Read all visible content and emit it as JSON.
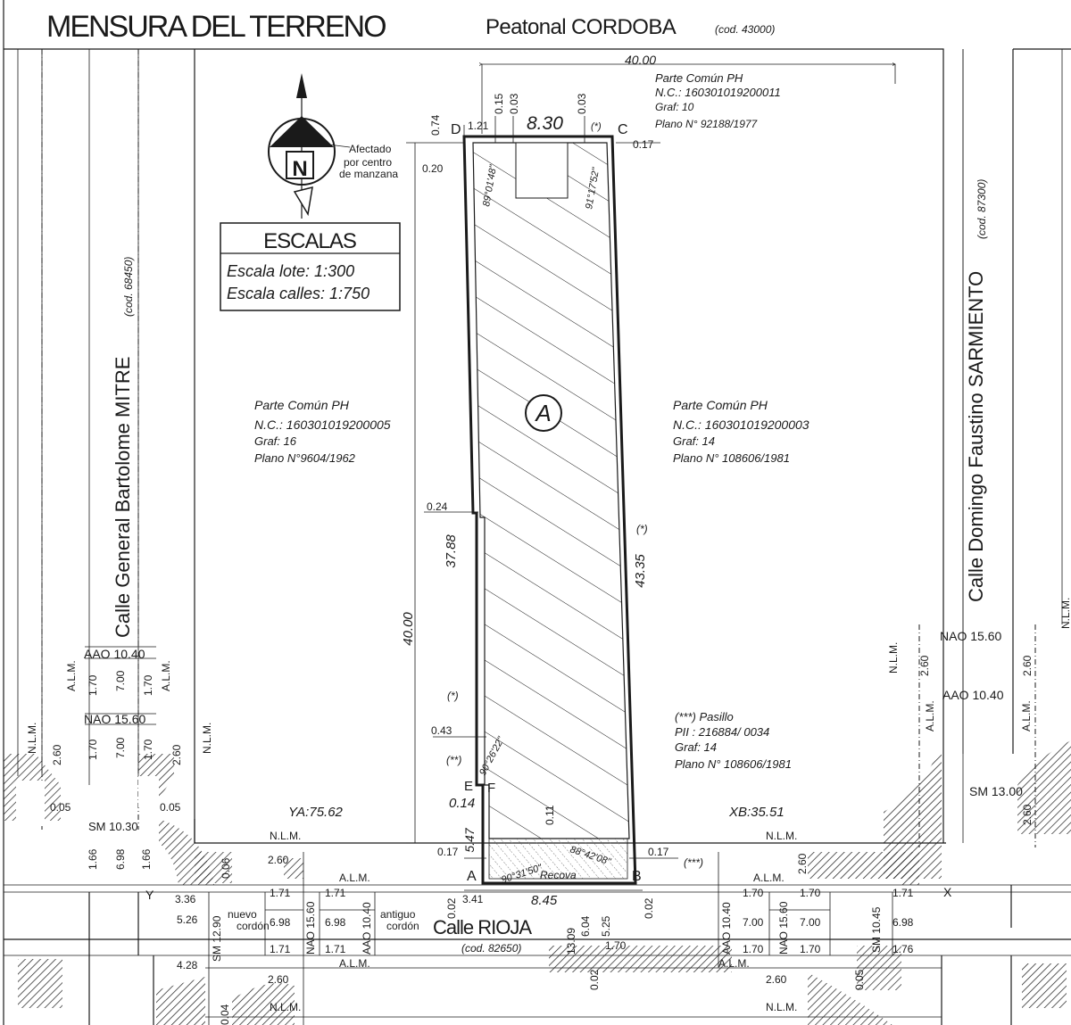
{
  "header": {
    "title": "MENSURA DEL TERRENO",
    "street": "Peatonal CORDOBA",
    "street_code": "(cod. 43000)"
  },
  "scales": {
    "title": "ESCALAS",
    "lot": "Escala lote: 1:300",
    "streets": "Escala calles: 1:750"
  },
  "compass": {
    "letter": "N",
    "note_line1": "Afectado",
    "note_line2": "por centro",
    "note_line3": "de manzana"
  },
  "parcels": {
    "top": {
      "l1": "Parte Común PH",
      "l2": "N.C.: 160301019200011",
      "l3": "Graf: 10",
      "l4": "Plano N° 92188/1977"
    },
    "left": {
      "l1": "Parte Común PH",
      "l2": "N.C.: 160301019200005",
      "l3": "Graf: 16",
      "l4": "Plano N°9604/1962"
    },
    "right": {
      "l1": "Parte Común PH",
      "l2": "N.C.: 160301019200003",
      "l3": "Graf: 14",
      "l4": "Plano N° 108606/1981"
    },
    "pasillo": {
      "l1": "(***) Pasillo",
      "l2": "PII : 216884/ 0034",
      "l3": "Graf: 14",
      "l4": "Plano N° 108606/1981"
    }
  },
  "lot": {
    "label": "A",
    "front": "8.45",
    "back": "8.30",
    "left_side": "37.88",
    "right_side": "43.35",
    "block_depth": "40.00",
    "block_width": "40.00",
    "angle_d": "89°01'48\"",
    "angle_c": "91°17'52\"",
    "angle_e": "90°26'22\"",
    "angle_a": "90°31'50\"",
    "angle_b": "88°42'08\"",
    "recova": "Recova",
    "step_ef": "0.14",
    "seg_ae": "5.47",
    "offset_024": "0.24",
    "offset_043": "0.43",
    "offset_121": "1.21",
    "offset_074": "0.74",
    "offset_015": "0.15",
    "offset_003a": "0.03",
    "offset_003b": "0.03",
    "offset_017_top": "0.17",
    "offset_020": "0.20",
    "offset_017_a": "0.17",
    "offset_017_b": "0.17",
    "offset_011": "0.11",
    "note_star": "(*)",
    "note_star2": "(**)",
    "note_star3": "(***)"
  },
  "vertices": {
    "a": "A",
    "b": "B",
    "c": "C",
    "d": "D",
    "e": "E",
    "f": "F",
    "x": "X",
    "y": "Y"
  },
  "coords": {
    "ya": "YA:75.62",
    "xb": "XB:35.51"
  },
  "streets": {
    "mitre": "Calle General Bartolome MITRE",
    "mitre_code": "(cod. 68450)",
    "sarmiento": "Calle Domingo Faustino SARMIENTO",
    "sarmiento_code": "(cod. 87300)",
    "rioja": "Calle RIOJA",
    "rioja_code": "(cod. 82650)"
  },
  "labels": {
    "alm": "A.L.M.",
    "nlm": "N.L.M.",
    "aao_1040": "AAO 10.40",
    "nao_1560": "NAO 15.60",
    "sm_1030": "SM 10.30",
    "sm_1300": "SM 13.00",
    "sm_1290": "SM 12.90",
    "sm_1045": "SM 10.45",
    "nuevo": "nuevo",
    "cordon": "cordón",
    "antiguo": "antiguo"
  },
  "dims": {
    "d170": "1.70",
    "d700": "7.00",
    "d260": "2.60",
    "d005": "0.05",
    "d166": "1.66",
    "d698": "6.98",
    "d006": "0.06",
    "d336": "3.36",
    "d526": "5.26",
    "d428": "4.28",
    "d171": "1.71",
    "d341": "3.41",
    "d002": "0.02",
    "d1309": "13.09",
    "d604": "6.04",
    "d525": "5.25",
    "d176": "1.76",
    "d004": "0.04"
  }
}
